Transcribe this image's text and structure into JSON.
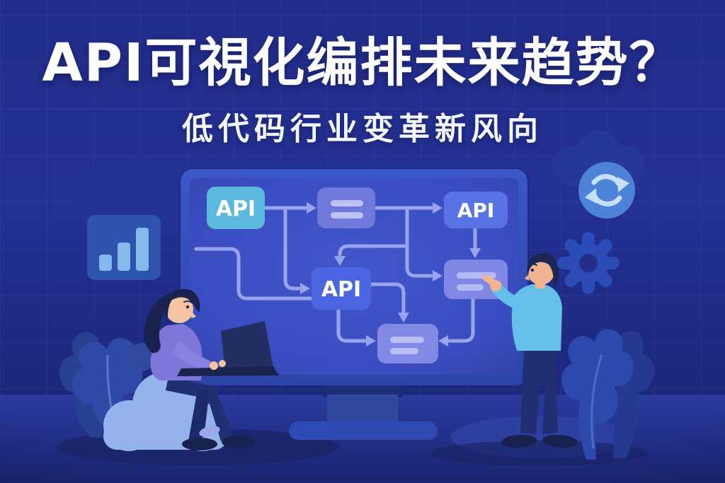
{
  "banner": {
    "title": "API可視化编排未来趋势？",
    "subtitle": "低代码行业变革新风向"
  },
  "flowchart": {
    "api_nodes": [
      {
        "label": "API"
      },
      {
        "label": "API"
      },
      {
        "label": "API"
      }
    ],
    "placeholder_nodes": 3,
    "connector_color": "#9aa4ec"
  },
  "colors": {
    "background": "#222d8a",
    "title_text": "#ffffff",
    "screen_bezel": "#3352c2",
    "screen_fill": "#3c50c4",
    "node_teal": "#5ab9dd",
    "node_blue": "#4b66e0",
    "node_indigo": "#5873e6",
    "node_purple": "#7078dc",
    "node_lavender": "#8187e4",
    "node_stripe": "#bcc2f4",
    "cloud_seat": "#94b3ec",
    "shirt_purple": "#7f76da",
    "shirt_teal": "#64c0ea",
    "skin": "#f5c39f",
    "icon_bar_chart_box": "#2e54b0",
    "icon_bar_chart_bars": "#85b9ec",
    "icon_refresh_circle": "#4c82d8",
    "icon_gear": "#2b4cb6"
  }
}
